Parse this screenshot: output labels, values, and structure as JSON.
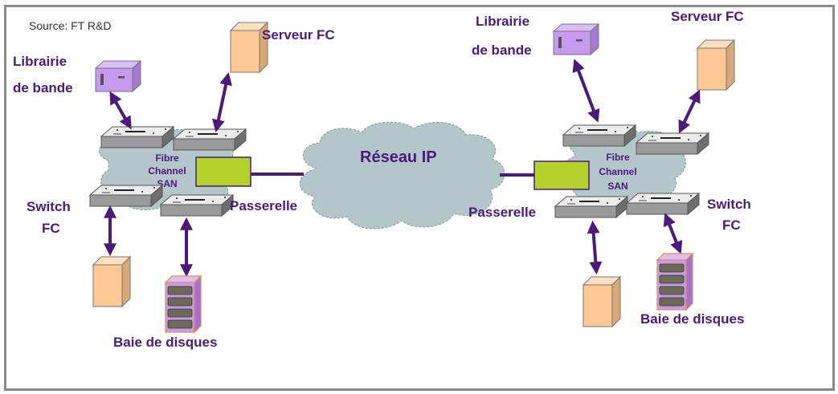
{
  "source": "Source: FT R&D",
  "colors": {
    "label": "#4b1a7a",
    "arrow": "#4b1a7a",
    "cloud_fill": "#b3c7cb",
    "cloud_stroke": "#7f9a9e",
    "gateway_fill": "#b5d22c",
    "server_fill": "#fcc994",
    "tape_fill": "#c79af0",
    "disk_fill": "#c79af0",
    "switch_fill": "#9a9a9a",
    "frame": "#8a8a8a"
  },
  "center": {
    "network_label": "Réseau IP"
  },
  "left_site": {
    "san_label": [
      "Fibre",
      "Channel",
      "SAN"
    ],
    "tape_label": [
      "Librairie",
      "de bande"
    ],
    "server_label": "Serveur FC",
    "switch_label": [
      "Switch",
      "FC"
    ],
    "gateway_label": "Passerelle",
    "disk_label": "Baie de disques"
  },
  "right_site": {
    "san_label": [
      "Fibre",
      "Channel",
      "SAN"
    ],
    "tape_label": [
      "Librairie",
      "de bande"
    ],
    "server_label": "Serveur FC",
    "switch_label": [
      "Switch",
      "FC"
    ],
    "gateway_label": "Passerelle",
    "disk_label": "Baie de disques"
  }
}
